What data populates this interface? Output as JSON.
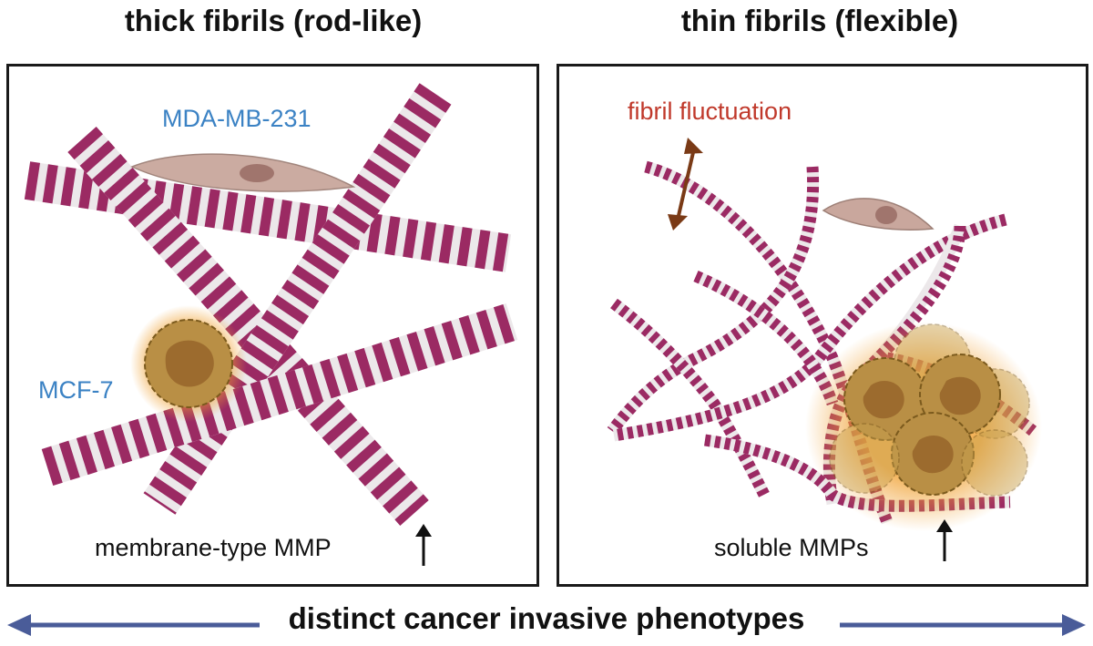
{
  "titles": {
    "left": "thick fibrils (rod-like)",
    "right": "thin fibrils (flexible)"
  },
  "left_panel": {
    "cell_label_1": "MDA-MB-231",
    "cell_label_2": "MCF-7",
    "caption": "membrane-type MMP",
    "caption_icon": "up-arrow-icon"
  },
  "right_panel": {
    "fluctuation_label": "fibril fluctuation",
    "caption": "soluble MMPs",
    "caption_icon": "up-arrow-icon"
  },
  "bottom": {
    "label": "distinct cancer invasive phenotypes"
  },
  "colors": {
    "fibril_stripe": "#9b2a63",
    "fibril_gap": "#ece8ea",
    "cell_body": "#b8916a",
    "spindle_cell": "#c9a79d",
    "label_blue": "#3b82c4",
    "label_red": "#c0392b",
    "bottom_arrow": "#4a5c99",
    "fluct_arrow": "#7a3a16"
  }
}
